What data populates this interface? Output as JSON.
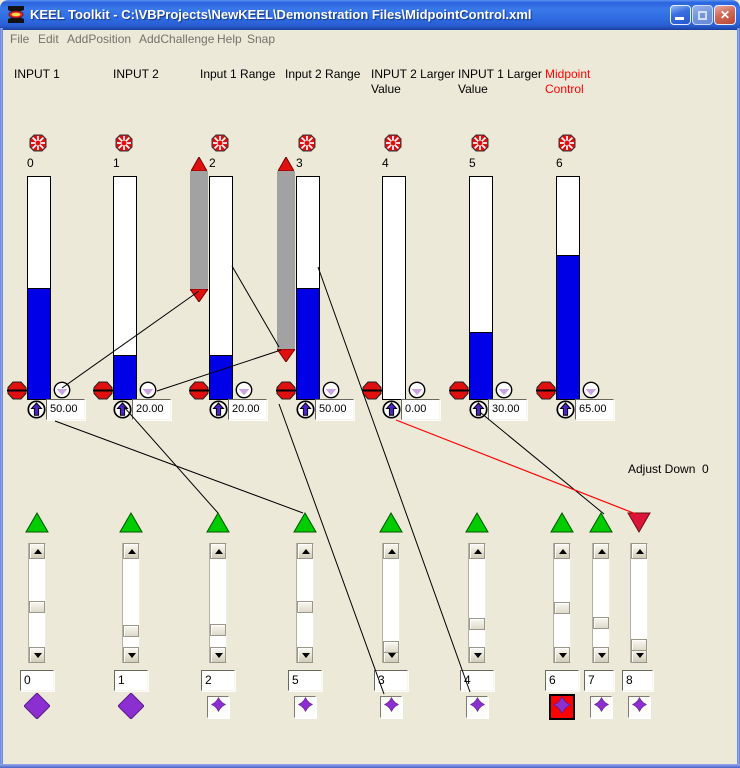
{
  "window": {
    "title": "KEEL Toolkit - C:\\VBProjects\\NewKEEL\\Demonstration Files\\MidpointControl.xml",
    "controls": {
      "minimize": "minimize",
      "maximize": "maximize",
      "close": "X"
    }
  },
  "menu": {
    "items": [
      "File",
      "Edit",
      "AddPosition",
      "AddChallenge",
      "Help",
      "Snap"
    ]
  },
  "headers": [
    {
      "line1": "INPUT 1",
      "line2": "",
      "color": "#000000"
    },
    {
      "line1": "INPUT 2",
      "line2": "",
      "color": "#000000"
    },
    {
      "line1": "Input 1 Range",
      "line2": "",
      "color": "#000000"
    },
    {
      "line1": "Input 2 Range",
      "line2": "",
      "color": "#000000"
    },
    {
      "line1": "INPUT 2 Larger",
      "line2": "Value",
      "color": "#000000"
    },
    {
      "line1": "INPUT 1 Larger",
      "line2": "Value",
      "color": "#000000"
    },
    {
      "line1": "Midpoint",
      "line2": "Control",
      "color": "#FF0000"
    }
  ],
  "channels": [
    {
      "label": "0",
      "value": "50.00",
      "fill_pct": 50,
      "has_range": false
    },
    {
      "label": "1",
      "value": "20.00",
      "fill_pct": 20,
      "has_range": false
    },
    {
      "label": "2",
      "value": "20.00",
      "fill_pct": 20,
      "has_range": true
    },
    {
      "label": "3",
      "value": "50.00",
      "fill_pct": 50,
      "has_range": true
    },
    {
      "label": "4",
      "value": "0.00",
      "fill_pct": 0,
      "has_range": false
    },
    {
      "label": "5",
      "value": "30.00",
      "fill_pct": 30,
      "has_range": false
    },
    {
      "label": "6",
      "value": "65.00",
      "fill_pct": 65,
      "has_range": false
    }
  ],
  "adjust_label": "Adjust Down  0",
  "sliders": [
    {
      "value": "0",
      "indicator": "up",
      "diamond": "plain"
    },
    {
      "value": "1",
      "indicator": "up",
      "diamond": "plain"
    },
    {
      "value": "2",
      "indicator": "up",
      "diamond": "button"
    },
    {
      "value": "5",
      "indicator": "up",
      "diamond": "button"
    },
    {
      "value": "3",
      "indicator": "up",
      "diamond": "button"
    },
    {
      "value": "4",
      "indicator": "up",
      "diamond": "button"
    },
    {
      "value": "6",
      "indicator": "up",
      "diamond": "button-red"
    },
    {
      "value": "7",
      "indicator": "up",
      "diamond": "button"
    },
    {
      "value": "8",
      "indicator": "down",
      "diamond": "button"
    }
  ],
  "colors": {
    "bar_fill": "#0000E6",
    "range_bar": "#A2A2A2",
    "marker_red": "#E01010",
    "triangle_green": "#00CC00",
    "triangle_red": "#DC1438",
    "diamond_purple": "#8C2FD0",
    "lavender": "#C9A4E4",
    "spinner_arrow": "#4B23C8",
    "wire_black": "#000000",
    "wire_red": "#FF0000"
  }
}
